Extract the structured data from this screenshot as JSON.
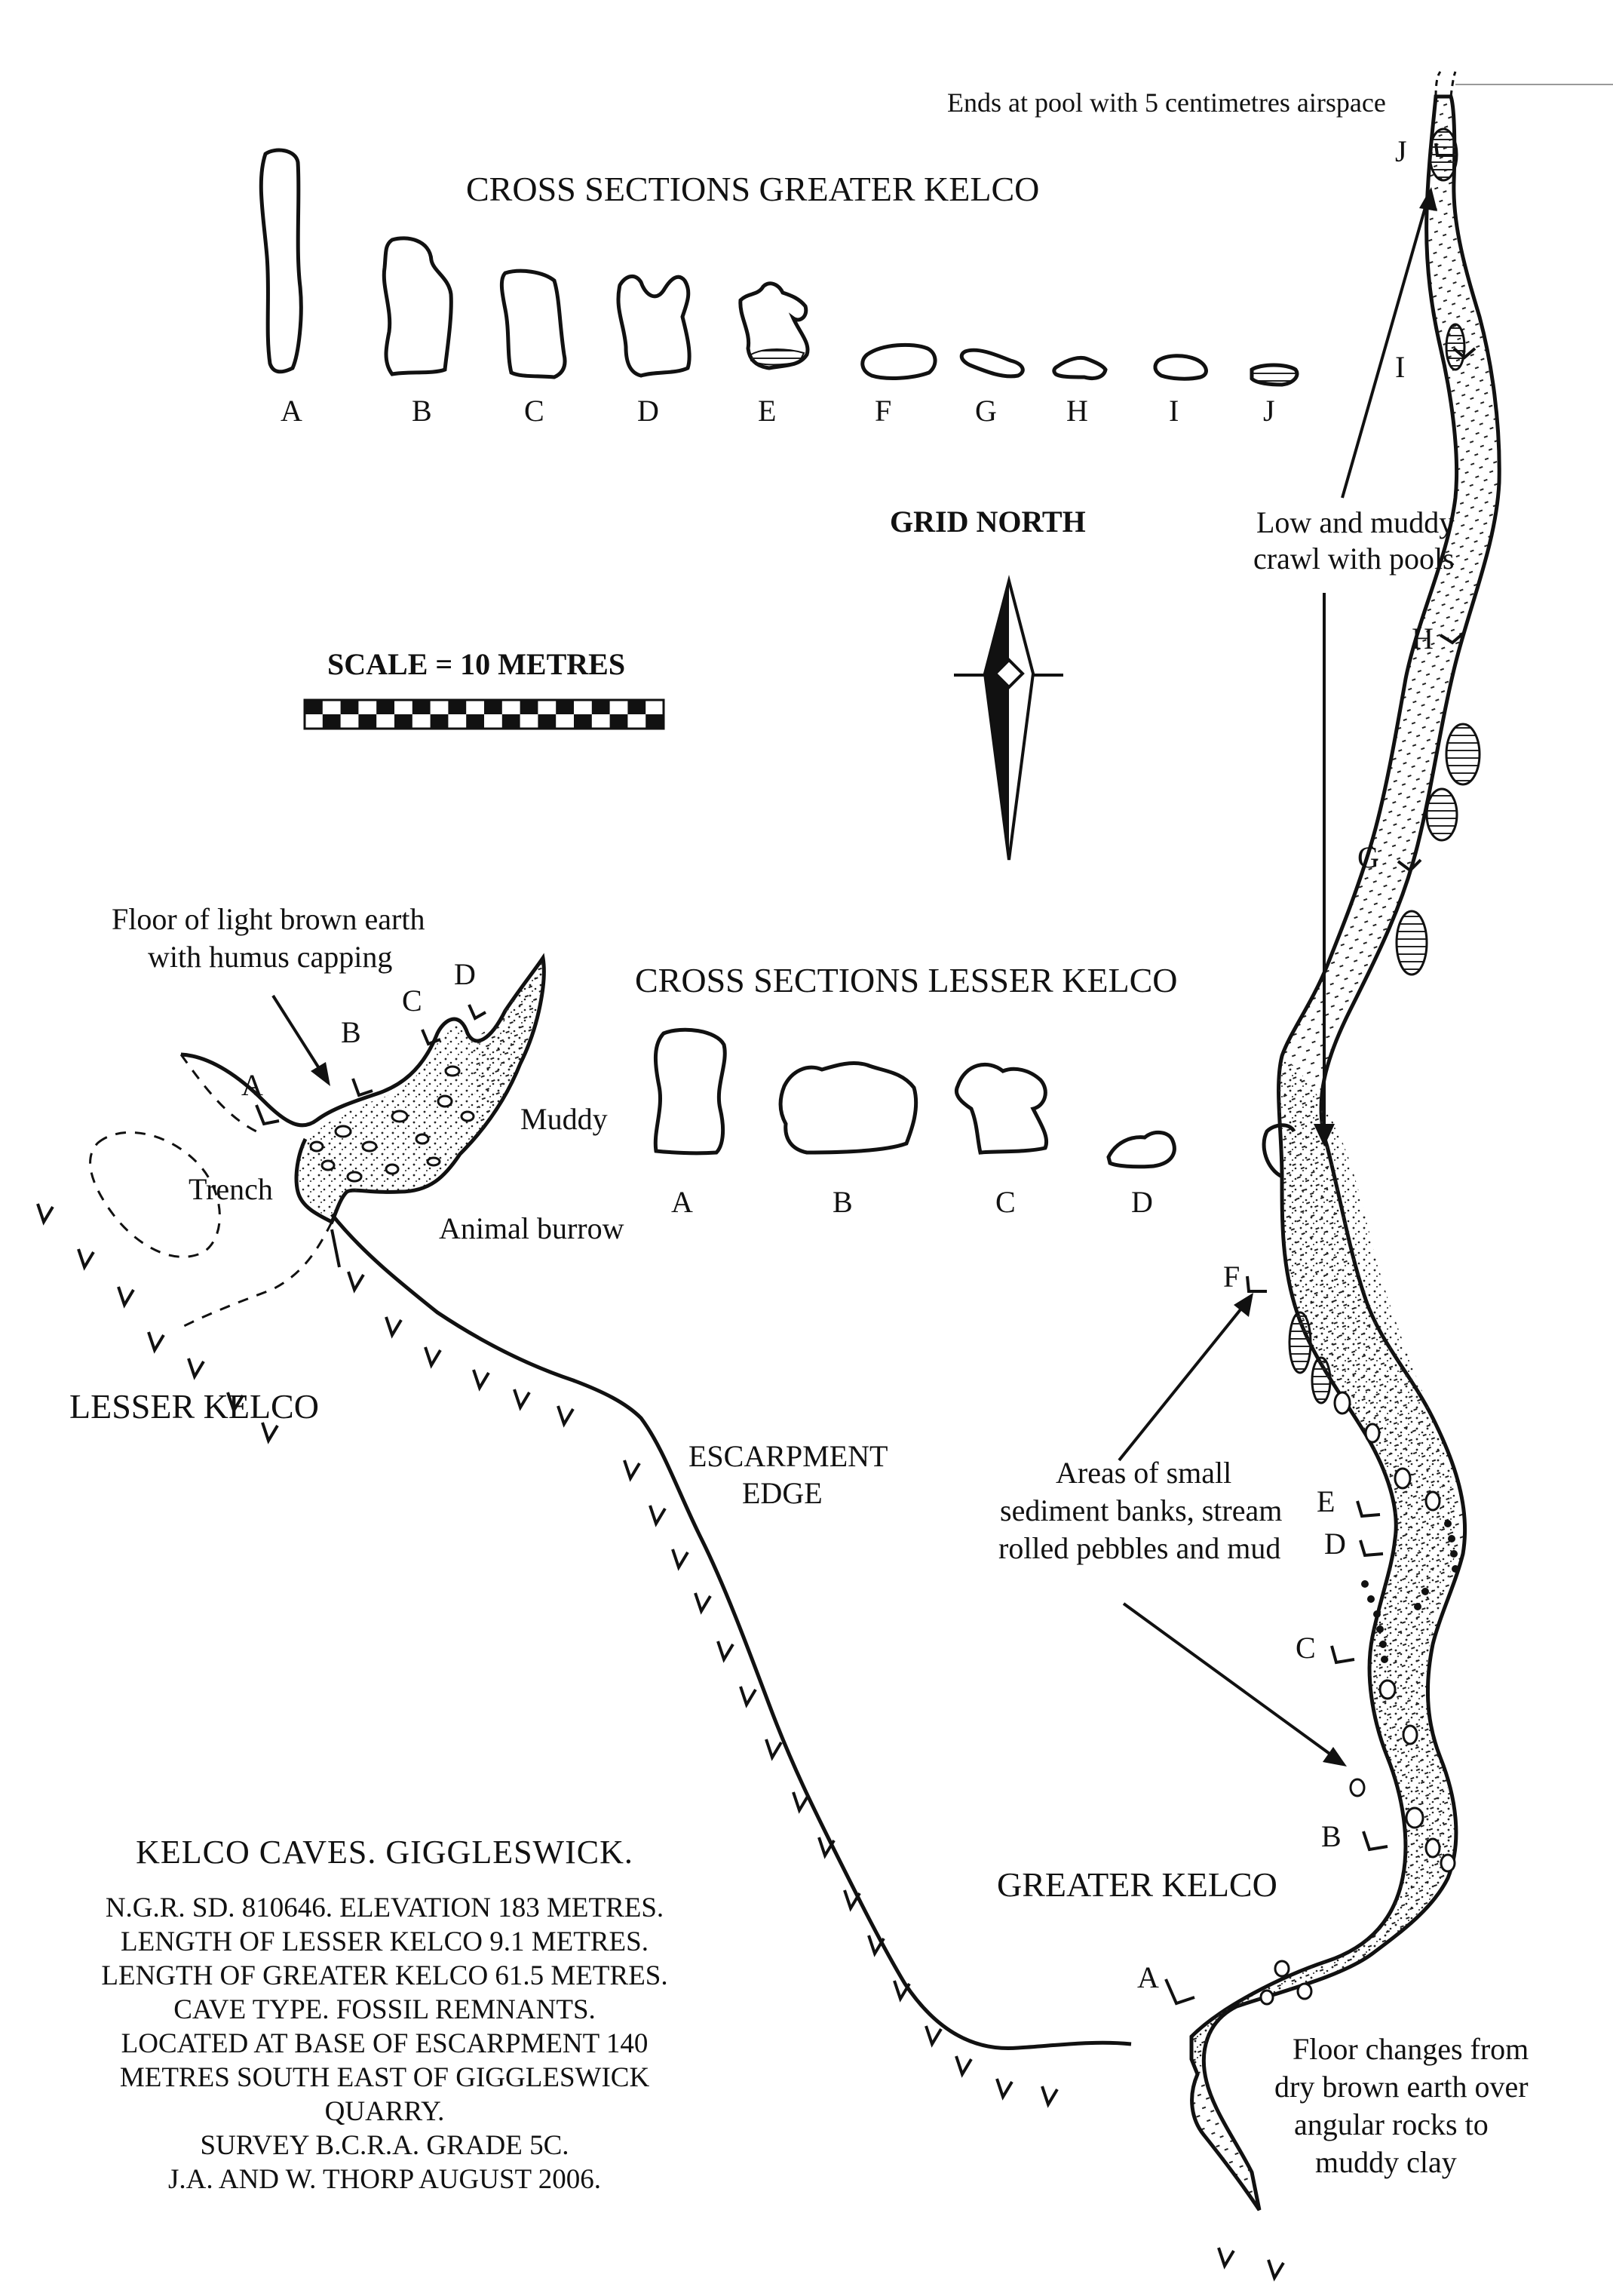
{
  "title_block": {
    "title": "KELCO CAVES. GIGGLESWICK.",
    "lines": [
      "N.G.R. SD. 810646. ELEVATION 183 METRES.",
      "LENGTH OF LESSER KELCO 9.1 METRES.",
      "LENGTH OF GREATER KELCO 61.5 METRES.",
      "CAVE TYPE. FOSSIL REMNANTS.",
      "LOCATED AT BASE OF ESCARPMENT 140",
      "METRES SOUTH EAST OF GIGGLESWICK",
      "QUARRY.",
      "SURVEY B.C.R.A. GRADE 5C.",
      "J.A. AND W. THORP AUGUST 2006."
    ]
  },
  "greater_cross_sections": {
    "heading": "CROSS SECTIONS GREATER KELCO",
    "labels": [
      "A",
      "B",
      "C",
      "D",
      "E",
      "F",
      "G",
      "H",
      "I",
      "J"
    ]
  },
  "lesser_cross_sections": {
    "heading": "CROSS SECTIONS LESSER KELCO",
    "labels": [
      "A",
      "B",
      "C",
      "D"
    ]
  },
  "north_arrow": {
    "label": "GRID NORTH"
  },
  "scale": {
    "label": "SCALE = 10 METRES"
  },
  "map_labels": {
    "lesser_kelco": "LESSER KELCO",
    "greater_kelco": "GREATER KELCO",
    "escarpment_1": "ESCARPMENT",
    "escarpment_2": "EDGE",
    "muddy": "Muddy",
    "trench": "Trench",
    "animal_burrow": "Animal burrow"
  },
  "notes": {
    "ends_at_pool": "Ends at pool with 5 centimetres airspace",
    "low_crawl": [
      "Low and muddy",
      "crawl with pools"
    ],
    "sediment": [
      "Areas of small",
      "sediment banks, stream",
      "rolled pebbles and mud"
    ],
    "floor_lesser": [
      "Floor of light brown earth",
      "with humus capping"
    ],
    "floor_greater": [
      "Floor changes from",
      "dry brown earth over",
      "angular rocks to",
      "muddy clay"
    ]
  },
  "greater_plan_stations": [
    "A",
    "B",
    "C",
    "D",
    "E",
    "F",
    "G",
    "H",
    "I",
    "J"
  ],
  "lesser_plan_stations": [
    "A",
    "B",
    "C",
    "D"
  ]
}
